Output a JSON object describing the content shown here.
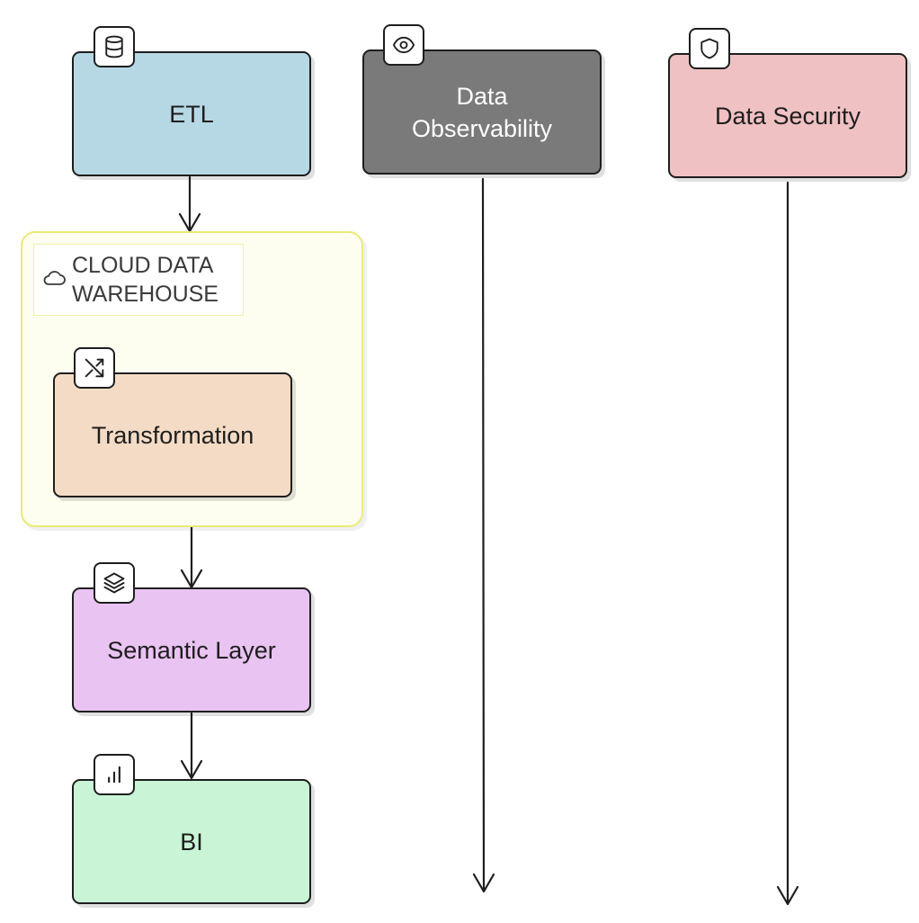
{
  "nodes": {
    "etl": {
      "label": "ETL",
      "color": "#b6d8e4",
      "icon": "database-icon"
    },
    "observability": {
      "label": "Data Observability",
      "line1": "Data",
      "line2": "Observability",
      "color": "#7a7a7a",
      "icon": "eye-icon"
    },
    "security": {
      "label": "Data Security",
      "color": "#f0c1c3",
      "icon": "shield-icon"
    },
    "transformation": {
      "label": "Transformation",
      "color": "#f3dbc5",
      "icon": "shuffle-icon"
    },
    "semantic": {
      "label": "Semantic Layer",
      "color": "#e9c3f2",
      "icon": "layers-icon"
    },
    "bi": {
      "label": "BI",
      "color": "#c9f5d6",
      "icon": "bar-chart-icon"
    }
  },
  "group": {
    "title": "CLOUD DATA WAREHOUSE",
    "title_line1": "CLOUD DATA",
    "title_line2": "WAREHOUSE",
    "icon": "cloud-icon",
    "border_color": "#eaea7a",
    "fill_color": "#fdfdf0"
  },
  "edges": [
    {
      "from": "etl",
      "to": "cloud-data-warehouse"
    },
    {
      "from": "cloud-data-warehouse",
      "to": "semantic"
    },
    {
      "from": "semantic",
      "to": "bi"
    },
    {
      "from": "observability",
      "to": ""
    },
    {
      "from": "security",
      "to": ""
    }
  ]
}
